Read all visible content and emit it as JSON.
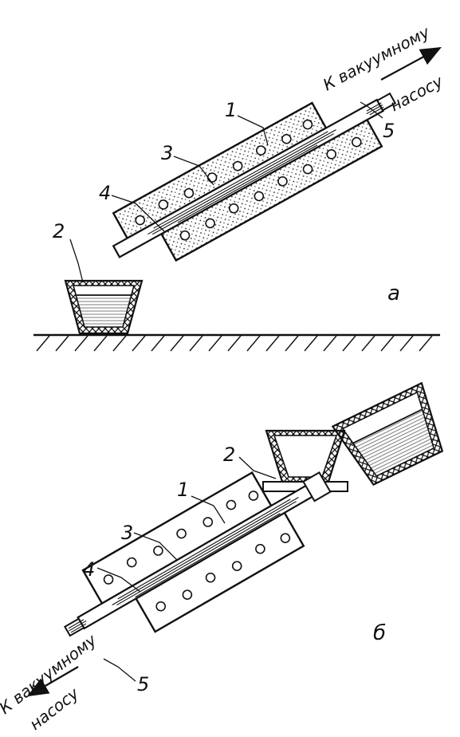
{
  "diagram_a": {
    "caption": "а",
    "parts": {
      "heater": "1",
      "crucible": "2",
      "tube": "3",
      "mold_interior": "4",
      "vacuum_pipe": "5"
    },
    "vacuum_text": [
      "К вакуумному",
      "насосу"
    ]
  },
  "diagram_b": {
    "caption": "б",
    "parts": {
      "heater": "1",
      "crucible": "2",
      "tube": "3",
      "mold_interior": "4",
      "vacuum_pipe": "5"
    },
    "vacuum_text": [
      "К вакуумному",
      "насосу"
    ]
  }
}
